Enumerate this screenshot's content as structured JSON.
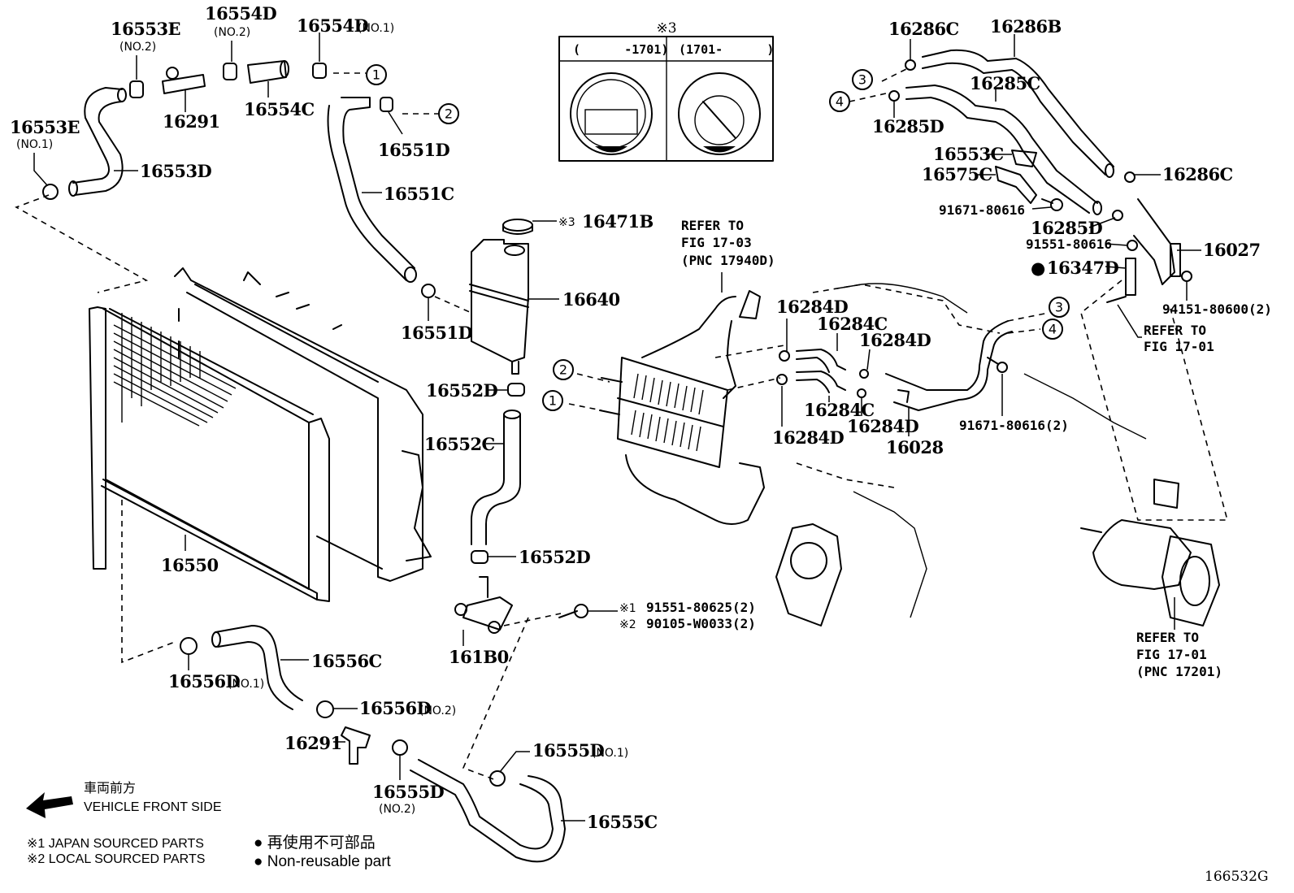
{
  "figure": {
    "illustration_number": "166532G"
  },
  "callouts": [
    "1",
    "2",
    "3",
    "4"
  ],
  "cap_table": {
    "note_mark": "※3",
    "columns": [
      "(      -1701)",
      "(1701-      )"
    ]
  },
  "labels": {
    "p16553E_no2": {
      "part": "16553E",
      "sub": "(NO.2)"
    },
    "p16554D_no2": {
      "part": "16554D",
      "sub": "(NO.2)"
    },
    "p16554D_no1": {
      "part": "16554D",
      "sub": "(NO.1)"
    },
    "p16291_top": {
      "part": "16291"
    },
    "p16554C": {
      "part": "16554C"
    },
    "p16551D_top": {
      "part": "16551D"
    },
    "p16553E_no1": {
      "part": "16553E",
      "sub": "(NO.1)"
    },
    "p16553D": {
      "part": "16553D"
    },
    "p16551C": {
      "part": "16551C"
    },
    "p16471B": {
      "part": "16471B",
      "note": "※3"
    },
    "p16640": {
      "part": "16640"
    },
    "p16551D_mid": {
      "part": "16551D"
    },
    "p16552D_top": {
      "part": "16552D"
    },
    "p16552C": {
      "part": "16552C"
    },
    "p16552D_bot": {
      "part": "16552D"
    },
    "p16550": {
      "part": "16550"
    },
    "p161B0": {
      "part": "161B0"
    },
    "bolt_1": {
      "note": "※1",
      "part": "91551-80625(2)"
    },
    "bolt_2": {
      "note": "※2",
      "part": "90105-W0033(2)"
    },
    "p16556C": {
      "part": "16556C"
    },
    "p16556D_no1": {
      "part": "16556D",
      "sub": "(NO.1)"
    },
    "p16556D_no2": {
      "part": "16556D",
      "sub": "(NO.2)"
    },
    "p16291_bot": {
      "part": "16291"
    },
    "p16555D_no2": {
      "part": "16555D",
      "sub": "(NO.2)"
    },
    "p16555D_no1": {
      "part": "16555D",
      "sub": "(NO.1)"
    },
    "p16555C": {
      "part": "16555C"
    },
    "p16286C_top": {
      "part": "16286C"
    },
    "p16286B": {
      "part": "16286B"
    },
    "p16285C": {
      "part": "16285C"
    },
    "p16285D_top": {
      "part": "16285D"
    },
    "p16553C": {
      "part": "16553C"
    },
    "p16575C": {
      "part": "16575C"
    },
    "p16286C_right": {
      "part": "16286C"
    },
    "p91671_80616_top": {
      "part": "91671-80616"
    },
    "p16285D_mid": {
      "part": "16285D"
    },
    "p91551_80616": {
      "part": "91551-80616"
    },
    "p16027": {
      "part": "16027"
    },
    "p16347D": {
      "part": "16347D",
      "mark": "●"
    },
    "p94151_80600": {
      "part": "94151-80600(2)"
    },
    "p16284D_a": {
      "part": "16284D"
    },
    "p16284C_a": {
      "part": "16284C"
    },
    "p16284D_b": {
      "part": "16284D"
    },
    "p16284C_b": {
      "part": "16284C"
    },
    "p16284D_c": {
      "part": "16284D"
    },
    "p16284D_d": {
      "part": "16284D"
    },
    "p16028": {
      "part": "16028"
    },
    "p91671_80616_2": {
      "part": "91671-80616(2)"
    }
  },
  "references": {
    "ref_17_03": {
      "line1": "REFER TO",
      "line2": "FIG 17-03",
      "line3": "(PNC 17940D)"
    },
    "ref_17_01_a": {
      "line1": "REFER TO",
      "line2": "FIG 17-01"
    },
    "ref_17_01_b": {
      "line1": "REFER TO",
      "line2": "FIG 17-01",
      "line3": "(PNC 17201)"
    }
  },
  "legend": {
    "front_jp": "車両前方",
    "front_en": "VEHICLE FRONT SIDE",
    "note1": "※1 JAPAN SOURCED PARTS",
    "note2": "※2 LOCAL SOURCED PARTS",
    "nonreuse_jp": "● 再使用不可部品",
    "nonreuse_en": "● Non-reusable part"
  }
}
